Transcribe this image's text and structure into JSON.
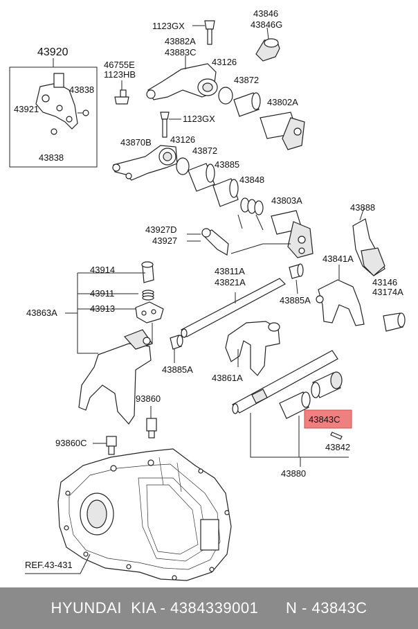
{
  "labels": {
    "l1123gx_a": "1123GX",
    "l43846": "43846",
    "l43846g": "43846G",
    "l43920": "43920",
    "l46755e": "46755E",
    "l1123hb": "1123HB",
    "l43882a": "43882A",
    "l43883c": "43883C",
    "l43126_a": "43126",
    "l43872_a": "43872",
    "l43802a": "43802A",
    "l43838_a": "43838",
    "l43921": "43921",
    "l43838_b": "43838",
    "l1123gx_b": "1123GX",
    "l43870b": "43870B",
    "l43126_b": "43126",
    "l43872_b": "43872",
    "l43885": "43885",
    "l43848": "43848",
    "l43803a": "43803A",
    "l43888": "43888",
    "l43927d": "43927D",
    "l43927": "43927",
    "l43841a": "43841A",
    "l43914": "43914",
    "l43811a": "43811A",
    "l43821a": "43821A",
    "l43146": "43146",
    "l43174a": "43174A",
    "l43911": "43911",
    "l43885a_a": "43885A",
    "l43863a": "43863A",
    "l43913": "43913",
    "l43885a_b": "43885A",
    "l43861a": "43861A",
    "l93860": "93860",
    "l43843c": "43843C",
    "l93860c": "93860C",
    "l43842": "43842",
    "l43880": "43880",
    "lref": "REF.43-431"
  },
  "highlight_color": "#f08080",
  "footer": {
    "brand": "HYUNDAI  KIA - 4384339001",
    "code": "N - 43843C"
  }
}
